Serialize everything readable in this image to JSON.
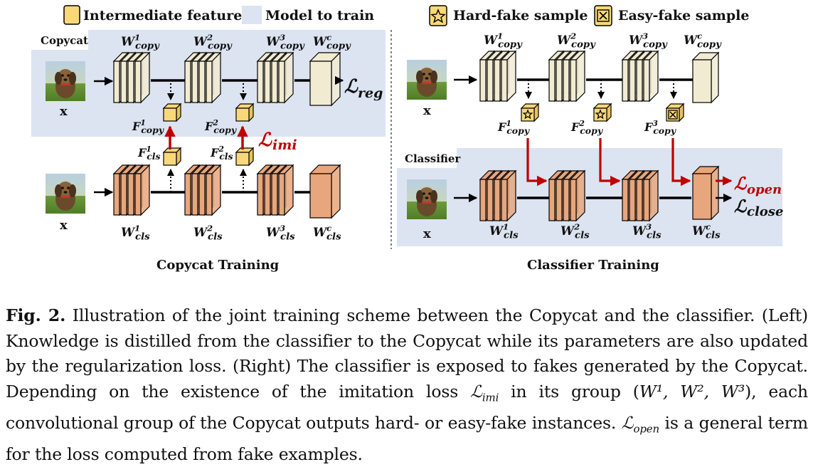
{
  "legend": {
    "intermediate_feature": "Intermediate feature",
    "model_to_train": "Model to train",
    "hard_fake": "Hard-fake sample",
    "easy_fake": "Easy-fake sample"
  },
  "left": {
    "copycat_label": "Copycat",
    "input_label": "x",
    "copycat_weights": [
      {
        "base": "W",
        "sup": "1",
        "sub": "copy"
      },
      {
        "base": "W",
        "sup": "2",
        "sub": "copy"
      },
      {
        "base": "W",
        "sup": "3",
        "sub": "copy"
      },
      {
        "base": "W",
        "sup": "c",
        "sub": "copy"
      }
    ],
    "classifier_weights": [
      {
        "base": "W",
        "sup": "1",
        "sub": "cls"
      },
      {
        "base": "W",
        "sup": "2",
        "sub": "cls"
      },
      {
        "base": "W",
        "sup": "3",
        "sub": "cls"
      },
      {
        "base": "W",
        "sup": "c",
        "sub": "cls"
      }
    ],
    "copy_features": [
      {
        "base": "F",
        "sup": "1",
        "sub": "copy"
      },
      {
        "base": "F",
        "sup": "2",
        "sub": "copy"
      }
    ],
    "cls_features": [
      {
        "base": "F",
        "sup": "1",
        "sub": "cls"
      },
      {
        "base": "F",
        "sup": "2",
        "sub": "cls"
      }
    ],
    "loss_reg": {
      "base": "ℒ",
      "sub": "reg"
    },
    "loss_imi": {
      "base": "ℒ",
      "sub": "imi"
    },
    "title": "Copycat Training"
  },
  "right": {
    "classifier_label": "Classifier",
    "input_label": "x",
    "copycat_weights": [
      {
        "base": "W",
        "sup": "1",
        "sub": "copy"
      },
      {
        "base": "W",
        "sup": "2",
        "sub": "copy"
      },
      {
        "base": "W",
        "sup": "3",
        "sub": "copy"
      },
      {
        "base": "W",
        "sup": "c",
        "sub": "copy"
      }
    ],
    "classifier_weights": [
      {
        "base": "W",
        "sup": "1",
        "sub": "cls"
      },
      {
        "base": "W",
        "sup": "2",
        "sub": "cls"
      },
      {
        "base": "W",
        "sup": "3",
        "sub": "cls"
      },
      {
        "base": "W",
        "sup": "c",
        "sub": "cls"
      }
    ],
    "copy_features": [
      {
        "base": "F",
        "sup": "1",
        "sub": "copy"
      },
      {
        "base": "F",
        "sup": "2",
        "sub": "copy"
      },
      {
        "base": "F",
        "sup": "3",
        "sub": "copy"
      }
    ],
    "loss_open": {
      "base": "ℒ",
      "sub": "open"
    },
    "loss_close": {
      "base": "ℒ",
      "sub": "close"
    },
    "title": "Classifier Training"
  },
  "caption": {
    "fig_label": "Fig. 2.",
    "text_1": " Illustration of the joint training scheme between the Copycat and the classifier. (Left) Knowledge is distilled from the classifier to the Copycat while its parameters are also updated by the regularization loss. (Right) The classifier is exposed to fakes generated by the Copycat. Depending on the existence of the imitation loss ",
    "imi_symbol": "ℒ",
    "imi_sub": "imi",
    "text_2": " in its group (",
    "group": "W¹, W², W³",
    "text_3": "), each convolutional group of the Copycat outputs hard- or easy-fake instances. ",
    "open_symbol": "ℒ",
    "open_sub": "open",
    "text_4": " is a general term for the loss computed from fake examples."
  },
  "colors": {
    "train_bg": "#dce4f2",
    "copy_fill": "#f1ebd2",
    "cls_fill": "#e8a67c",
    "feature_fill": "#f8d878",
    "loss_red": "#c00000"
  }
}
